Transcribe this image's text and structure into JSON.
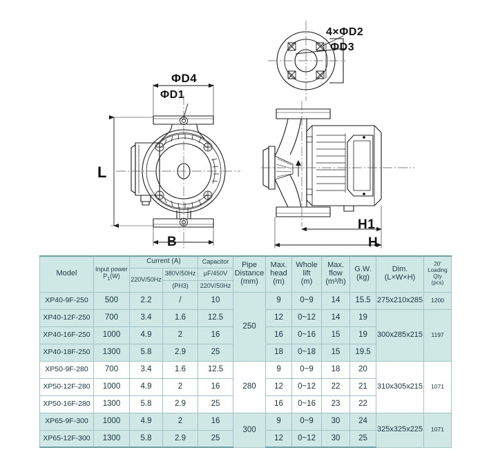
{
  "drawing": {
    "front_view": {
      "labels": {
        "flange_outer_diameter": "ΦD4",
        "flange_inner_diameter": "ΦD1",
        "overall_length": "L",
        "base_width": "B"
      }
    },
    "flange_detail": {
      "labels": {
        "bolt_holes": "4×ΦD2",
        "bolt_circle": "ΦD3"
      }
    },
    "side_view": {
      "labels": {
        "body_depth": "H1",
        "overall_depth": "H"
      }
    }
  },
  "table": {
    "header": {
      "model": "Model",
      "input_power": "Input power",
      "input_power_unit": "P",
      "input_power_unit_sub": "1",
      "input_power_unit_tail": "(W)",
      "current_group": "Current  (A)",
      "current_single": "220V/50Hz",
      "current_three": "380V/50Hz",
      "current_three_sub": "(PH3)",
      "capacitor_group": "Capacitor",
      "capacitor_spec": "μF/450V",
      "capacitor_volt": "220V/50Hz",
      "pipe_distance": "Pipe",
      "pipe_distance2": "Distance",
      "pipe_distance_unit": "(mm)",
      "max_head": "Max.",
      "max_head2": "head",
      "max_head_unit": "(m)",
      "whole_lift": "Whole",
      "whole_lift2": "lift",
      "whole_lift_unit": "(m)",
      "max_flow": "Max.",
      "max_flow2": "flow",
      "max_flow_unit": "(m³/h)",
      "gw": "G.W.",
      "gw_unit": "(kg)",
      "dim": "Dim.",
      "dim_unit": "(L×W×H)",
      "loading": "20′",
      "loading2": "Loading",
      "loading3": "Qty",
      "loading_unit": "(pcs)"
    },
    "rows": [
      {
        "model": "XP40-9F-250",
        "input_power": "500",
        "current_220": "2.2",
        "current_380": "/",
        "capacitor": "10",
        "pipe_distance": "250",
        "pipe_rowspan": 4,
        "max_head": "9",
        "whole_lift": "0~9",
        "max_flow": "14",
        "gw": "15.5",
        "dim": "275x210x285",
        "dim_rowspan": 1,
        "loading": "1200",
        "loading_rowspan": 1,
        "tint": true
      },
      {
        "model": "XP40-12F-250",
        "input_power": "700",
        "current_220": "3.4",
        "current_380": "1.6",
        "capacitor": "12.5",
        "max_head": "12",
        "whole_lift": "0~12",
        "max_flow": "14",
        "gw": "19",
        "dim": "300x285x215",
        "dim_rowspan": 3,
        "loading": "1197",
        "loading_rowspan": 3,
        "tint": true
      },
      {
        "model": "XP40-16F-250",
        "input_power": "1000",
        "current_220": "4.9",
        "current_380": "2",
        "capacitor": "16",
        "max_head": "16",
        "whole_lift": "0~16",
        "max_flow": "15",
        "gw": "19",
        "tint": true
      },
      {
        "model": "XP40-18F-250",
        "input_power": "1300",
        "current_220": "5.8",
        "current_380": "2.9",
        "capacitor": "25",
        "max_head": "18",
        "whole_lift": "0~18",
        "max_flow": "15",
        "gw": "19.5",
        "tint": true
      },
      {
        "model": "XP50-9F-280",
        "input_power": "700",
        "current_220": "3.4",
        "current_380": "1.6",
        "capacitor": "12.5",
        "pipe_distance": "280",
        "pipe_rowspan": 3,
        "max_head": "9",
        "whole_lift": "0~9",
        "max_flow": "18",
        "gw": "20",
        "dim": "310x305x215",
        "dim_rowspan": 3,
        "loading": "1071",
        "loading_rowspan": 3,
        "tint": false
      },
      {
        "model": "XP50-12F-280",
        "input_power": "1000",
        "current_220": "4.9",
        "current_380": "2",
        "capacitor": "16",
        "max_head": "12",
        "whole_lift": "0~12",
        "max_flow": "22",
        "gw": "21",
        "tint": false
      },
      {
        "model": "XP50-16F-280",
        "input_power": "1300",
        "current_220": "5.8",
        "current_380": "2.9",
        "capacitor": "25",
        "max_head": "16",
        "whole_lift": "0~16",
        "max_flow": "23",
        "gw": "22",
        "tint": false
      },
      {
        "model": "XP65-9F-300",
        "input_power": "1000",
        "current_220": "4.9",
        "current_380": "2",
        "capacitor": "16",
        "pipe_distance": "300",
        "pipe_rowspan": 2,
        "max_head": "9",
        "whole_lift": "0~9",
        "max_flow": "30",
        "gw": "24",
        "dim": "325x325x225",
        "dim_rowspan": 2,
        "loading": "1071",
        "loading_rowspan": 2,
        "tint": true
      },
      {
        "model": "XP65-12F-300",
        "input_power": "1300",
        "current_220": "5.8",
        "current_380": "2.9",
        "capacitor": "25",
        "max_head": "12",
        "whole_lift": "0~12",
        "max_flow": "30",
        "gw": "25",
        "tint": true
      }
    ]
  },
  "colors": {
    "table_tint": "#cfe7e5",
    "table_border": "#9fc3c6",
    "table_rule": "#6d9ea3",
    "text": "#16333f",
    "drawing_line": "#1a1a1a"
  }
}
